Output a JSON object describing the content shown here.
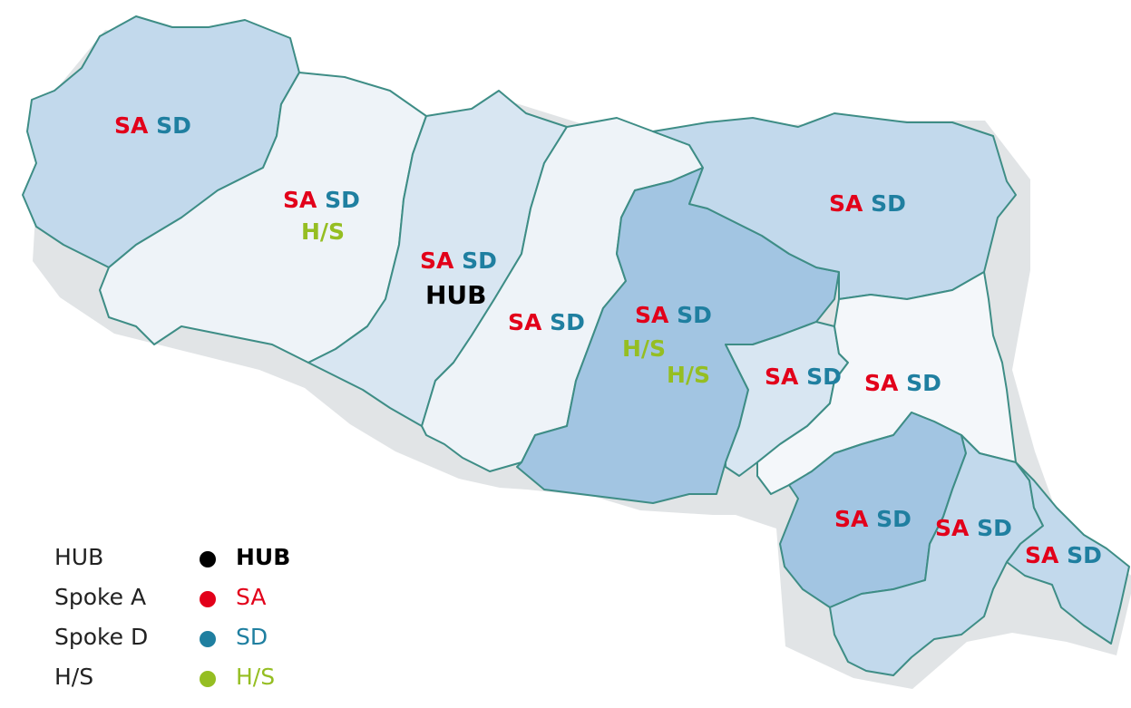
{
  "colors": {
    "sa": "#e2001a",
    "sd": "#1f7fa0",
    "hs": "#95be22",
    "hub": "#000000",
    "outline": "#3e8d86",
    "fill_lightest": "#eef3f8",
    "fill_light": "#d8e6f2",
    "fill_medium": "#c2d9ec",
    "fill_dark": "#a2c5e2"
  },
  "labels": {
    "sa": "SA",
    "sd": "SD",
    "hs": "H/S",
    "hub": "HUB"
  },
  "regions": [
    {
      "name": "region-1",
      "shade": "medium",
      "labels": [
        "SA",
        "SD"
      ]
    },
    {
      "name": "region-2",
      "shade": "lightest",
      "labels": [
        "SA",
        "SD",
        "H/S"
      ]
    },
    {
      "name": "region-3",
      "shade": "light",
      "labels": [
        "SA",
        "SD",
        "HUB"
      ]
    },
    {
      "name": "region-4",
      "shade": "lightest",
      "labels": [
        "SA",
        "SD"
      ]
    },
    {
      "name": "region-5",
      "shade": "dark",
      "labels": [
        "SA",
        "SD",
        "H/S",
        "H/S"
      ]
    },
    {
      "name": "region-6",
      "shade": "medium",
      "labels": [
        "SA",
        "SD"
      ]
    },
    {
      "name": "region-7",
      "shade": "light",
      "labels": [
        "SA",
        "SD"
      ]
    },
    {
      "name": "region-8",
      "shade": "lightest",
      "labels": [
        "SA",
        "SD"
      ]
    },
    {
      "name": "region-9",
      "shade": "dark",
      "labels": [
        "SA",
        "SD"
      ]
    },
    {
      "name": "region-10",
      "shade": "medium",
      "labels": [
        "SA",
        "SD"
      ]
    },
    {
      "name": "region-11",
      "shade": "medium",
      "labels": [
        "SA",
        "SD"
      ]
    }
  ],
  "legend": {
    "items": [
      {
        "name": "HUB",
        "code": "HUB",
        "dot_color": "#000000",
        "code_color": "#000000"
      },
      {
        "name": "Spoke A",
        "code": "SA",
        "dot_color": "#e2001a",
        "code_color": "#e2001a"
      },
      {
        "name": "Spoke D",
        "code": "SD",
        "dot_color": "#1f7fa0",
        "code_color": "#1f7fa0"
      },
      {
        "name": "H/S",
        "code": "H/S",
        "dot_color": "#95be22",
        "code_color": "#95be22"
      }
    ]
  }
}
